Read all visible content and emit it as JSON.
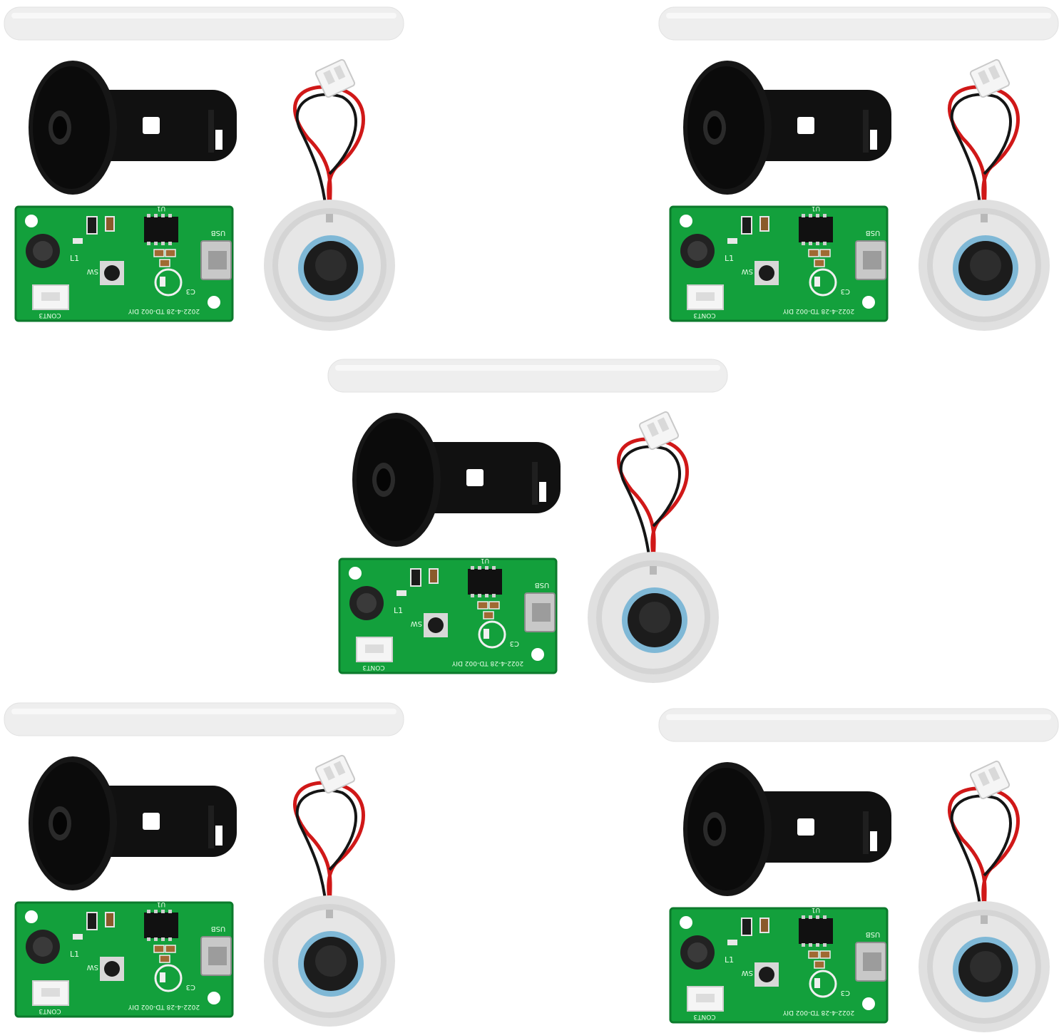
{
  "colors": {
    "background": "#ffffff",
    "pcb_green": "#13a03c",
    "pcb_dark": "#0c7a2c",
    "holder_black": "#111111",
    "wire_red": "#d01818",
    "wire_black": "#151515",
    "disc_ring": "#dcdcdc",
    "disc_blue": "#7fb8d6",
    "filter_stick": "#ececec"
  },
  "labels": {
    "usb": "USB",
    "cont": "CONT3",
    "l1": "L1",
    "sw": "SW",
    "u1": "U1",
    "c3": "C3",
    "date": "2022-4-28 TD-002 DIY"
  },
  "kits": [
    {
      "name": "kit-top-left"
    },
    {
      "name": "kit-top-right"
    },
    {
      "name": "kit-center"
    },
    {
      "name": "kit-bottom-left"
    },
    {
      "name": "kit-bottom-right"
    }
  ]
}
